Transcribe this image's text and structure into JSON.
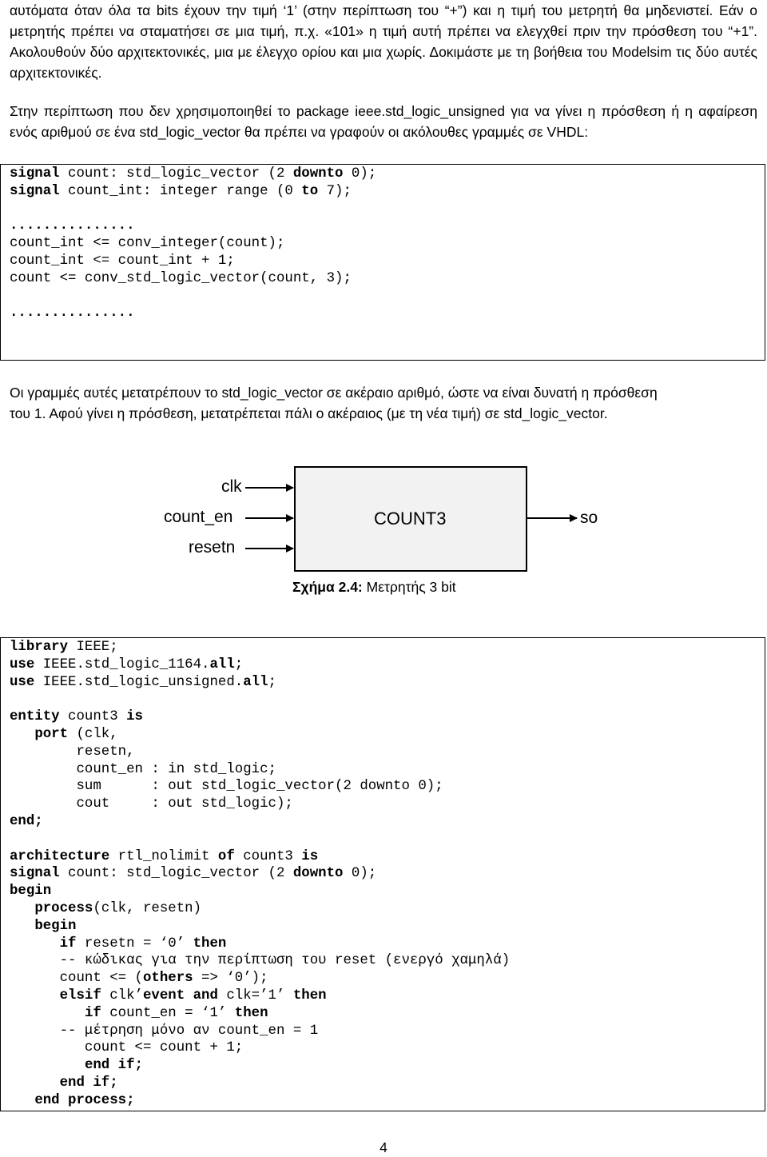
{
  "intro": {
    "line1": "αυτόματα όταν όλα τα bits έχουν την τιμή ‘1’ (στην περίπτωση του “+”) και η τιμή του μετρητή θα μηδενιστεί. Εάν ο μετρητής πρέπει να σταματήσει σε μια τιμή, π.χ. «101» η τιμή αυτή πρέπει να ελεγχθεί πριν την πρόσθεση του “+1”. Ακολουθούν δύο αρχιτεκτονικές, μια με έλεγχο ορίου και μια χωρίς. Δοκιμάστε με τη βοήθεια του Modelsim τις δύο αυτές αρχιτεκτονικές."
  },
  "package_note": "Στην περίπτωση που δεν χρησιμοποιηθεί το package ieee.std_logic_unsigned για να γίνει η πρόσθεση ή η αφαίρεση ενός αριθμού σε ένα std_logic_vector θα πρέπει να γραφούν οι ακόλουθες γραμμές σε VHDL:",
  "code1": {
    "l1_kw1": "signal",
    "l1_rest1": " count: std_logic_vector (2 ",
    "l1_kw2": "downto",
    "l1_rest2": " 0);",
    "l2_kw1": "signal",
    "l2_rest1": " count_int: integer range (0 ",
    "l2_kw2": "to",
    "l2_rest2": " 7);",
    "dots1": "...............",
    "l3": "count_int <= conv_integer(count);",
    "l4": "count_int <= count_int + 1;",
    "l5": "count <= conv_std_logic_vector(count, 3);",
    "dots2": "..............."
  },
  "explanation": {
    "line1": "Οι γραμμές αυτές μετατρέπουν το std_logic_vector σε ακέραιο αριθμό, ώστε να είναι δυνατή η πρόσθεση",
    "line2": "του 1. Αφού γίνει η πρόσθεση, μετατρέπεται πάλι ο ακέραιος (με τη νέα τιμή) σε std_logic_vector."
  },
  "figure": {
    "block_name": "COUNT3",
    "inputs": [
      "clk",
      "count_en",
      "resetn"
    ],
    "output": "so",
    "caption_bold": "Σχήμα 2.4:",
    "caption_text": " Μετρητής 3 bit"
  },
  "code2": {
    "library": "library",
    "library_rest": " IEEE;",
    "use1": "use",
    "use1_rest": " IEEE.std_logic_1164.",
    "use1_all": "all",
    "use1_end": ";",
    "use2": "use",
    "use2_rest": " IEEE.std_logic_unsigned.",
    "use2_all": "all",
    "use2_end": ";",
    "entity": "entity",
    "entity_name": " count3 ",
    "entity_is": "is",
    "port": "port",
    "port_rest": " (clk,",
    "resetn": "        resetn,",
    "count_en": "        count_en : in std_logic;",
    "sum": "        sum      : out std_logic_vector(2 downto 0);",
    "cout": "        cout     : out std_logic);",
    "end_entity": "end;",
    "arch": "architecture",
    "arch_name": " rtl_nolimit ",
    "arch_of": "of",
    "arch_ent": " count3 ",
    "arch_is": "is",
    "sig": "signal",
    "sig_rest": " count: std_logic_vector (2 ",
    "sig_downto": "downto",
    "sig_end": " 0);",
    "begin1": "begin",
    "process": "process",
    "process_rest": "(clk, resetn)",
    "begin2": "begin",
    "if1": "if",
    "if1_rest": " resetn = ‘0’ ",
    "if1_then": "then",
    "comment1": "      -- κώδικας για την περίπτωση του reset (ενεργό χαμηλά)",
    "assign1_a": "      count <= (",
    "assign1_others": "others",
    "assign1_b": " => ‘0’);",
    "elsif": "elsif",
    "elsif_a": " clk’",
    "elsif_event": "event",
    "elsif_b": " ",
    "elsif_and": "and",
    "elsif_c": " clk=’1’ ",
    "elsif_then": "then",
    "if2": "if",
    "if2_rest": " count_en = ‘1’ ",
    "if2_then": "then",
    "comment2": "      -- μέτρηση μόνο αν count_en = 1",
    "assign2": "         count <= count + 1;",
    "endif1": "end if;",
    "endif2": "end if;",
    "endprocess": "end process;"
  },
  "page_number": "4"
}
